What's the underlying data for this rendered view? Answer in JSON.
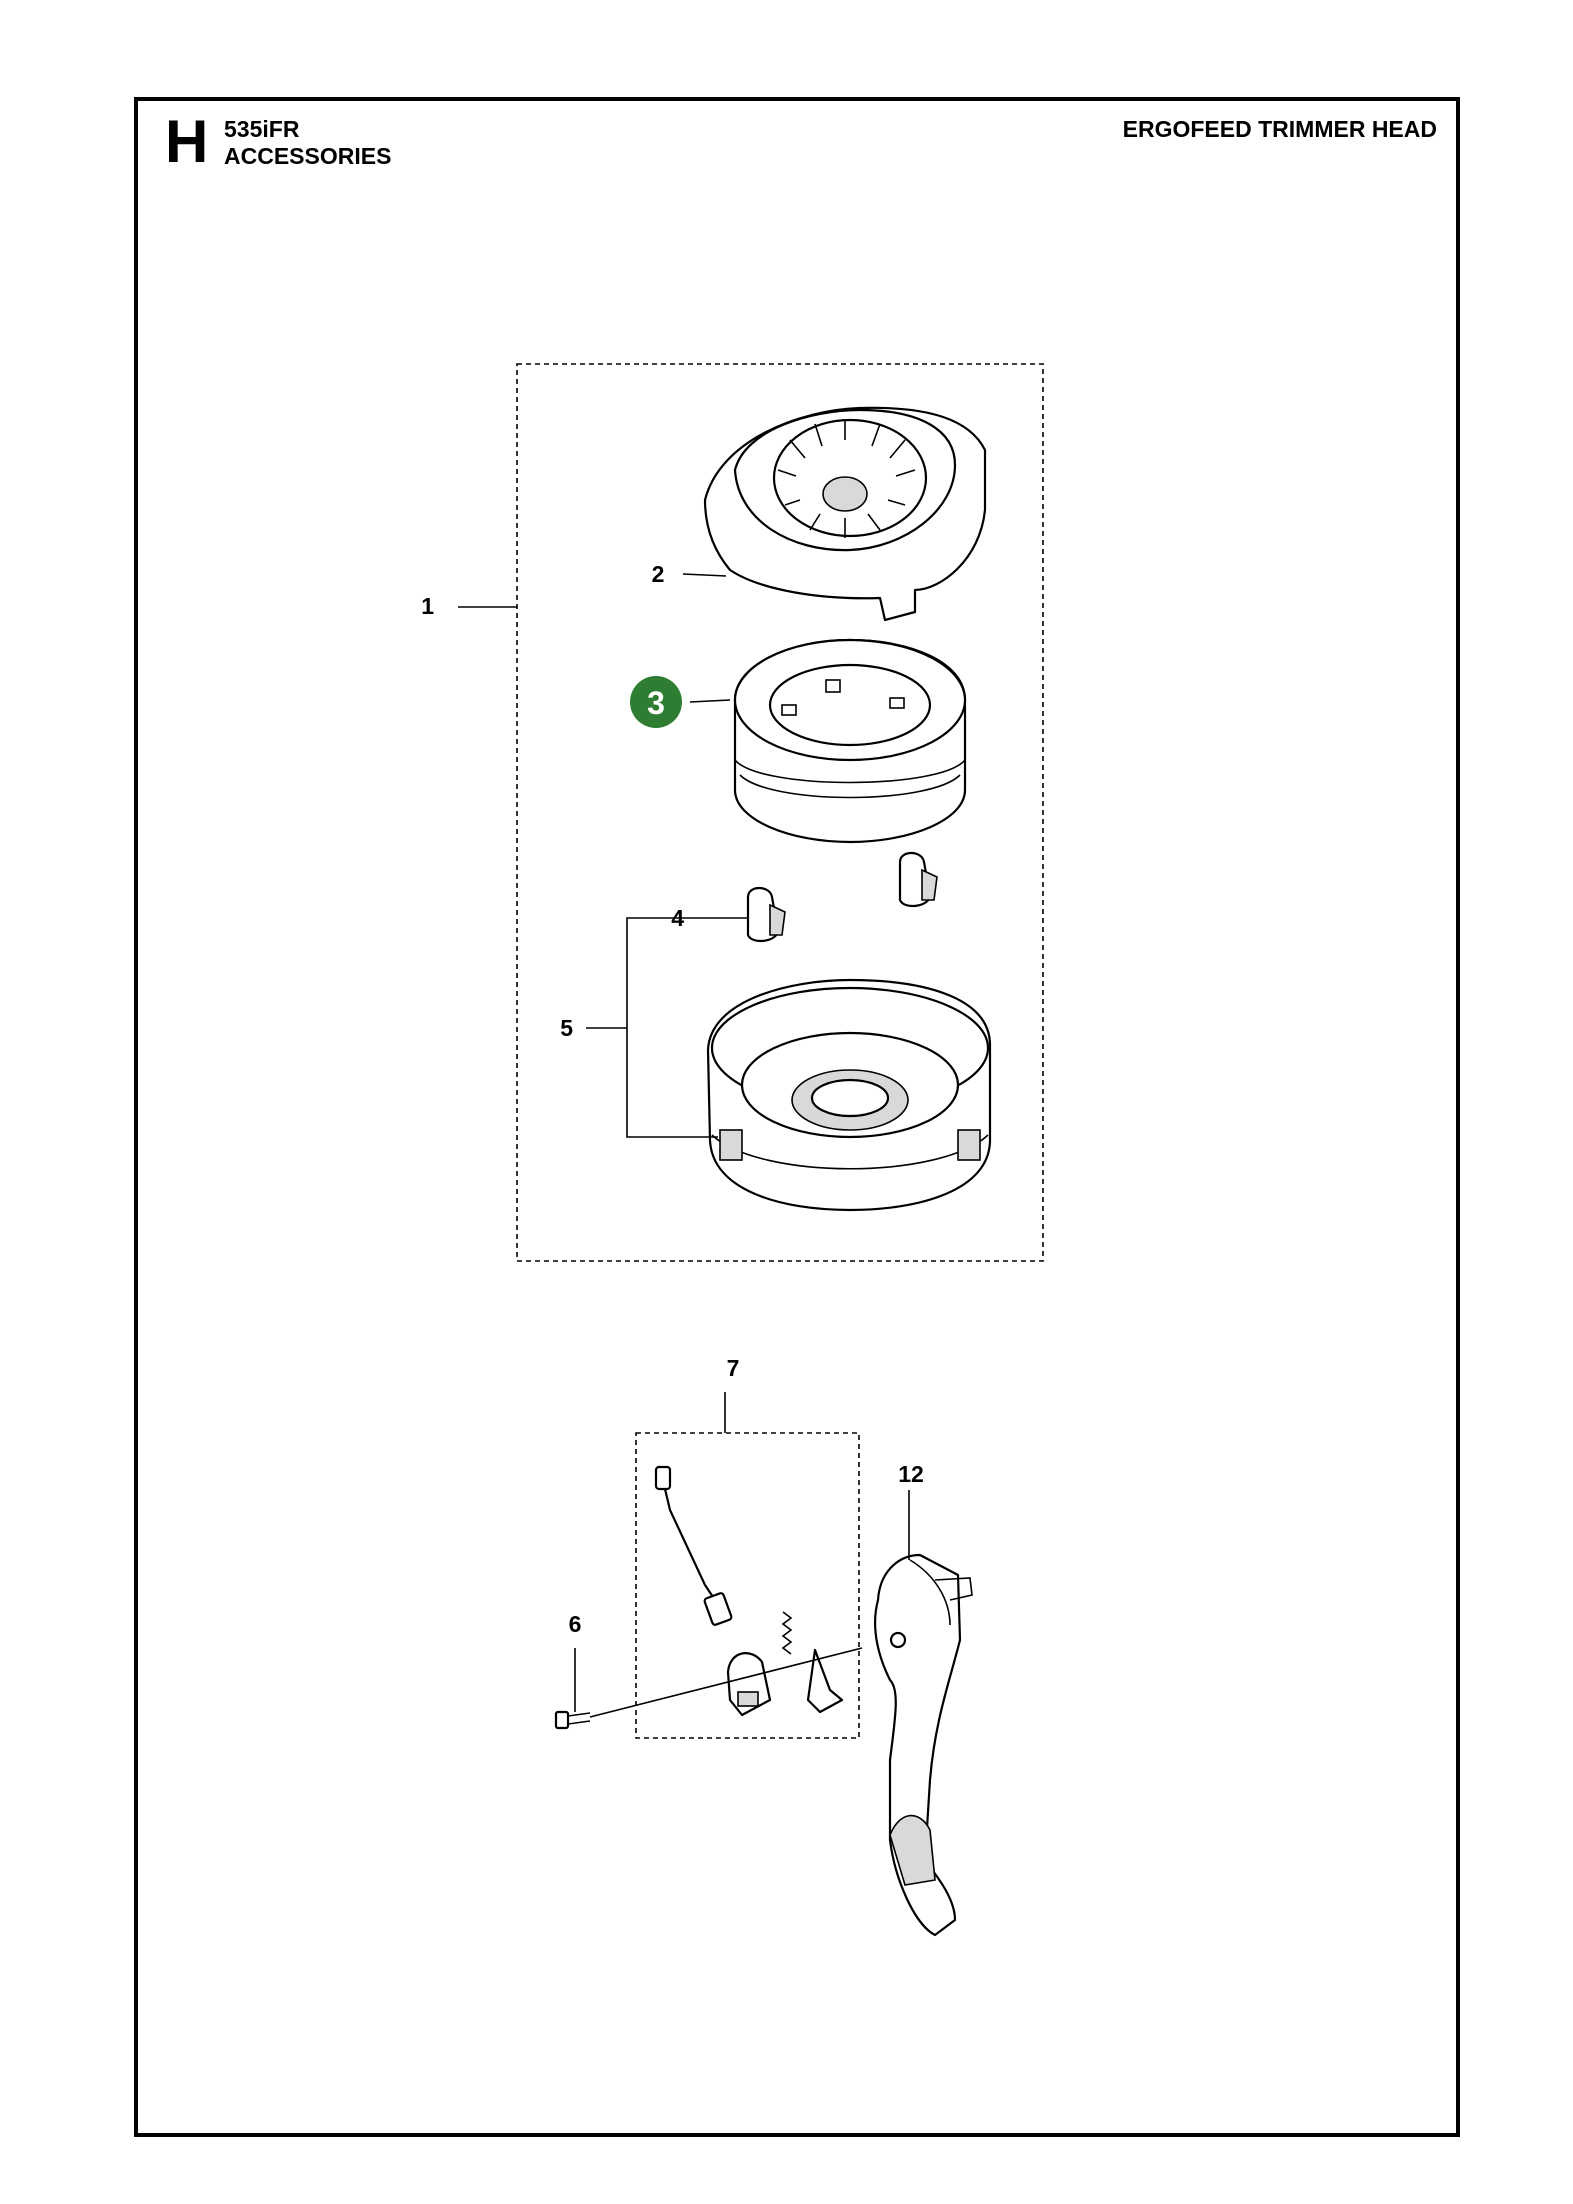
{
  "header": {
    "section_letter": "H",
    "model": "535iFR",
    "category": "ACCESSORIES",
    "title": "ERGOFEED TRIMMER HEAD"
  },
  "callouts": [
    {
      "id": "c1",
      "text": "1"
    },
    {
      "id": "c2",
      "text": "2"
    },
    {
      "id": "c3",
      "text": "3",
      "highlight": true
    },
    {
      "id": "c4",
      "text": "4"
    },
    {
      "id": "c5",
      "text": "5"
    },
    {
      "id": "c6",
      "text": "6"
    },
    {
      "id": "c7",
      "text": "7"
    },
    {
      "id": "c12",
      "text": "12"
    }
  ],
  "colors": {
    "highlight_badge": "#2e7d32",
    "line": "#000000"
  }
}
